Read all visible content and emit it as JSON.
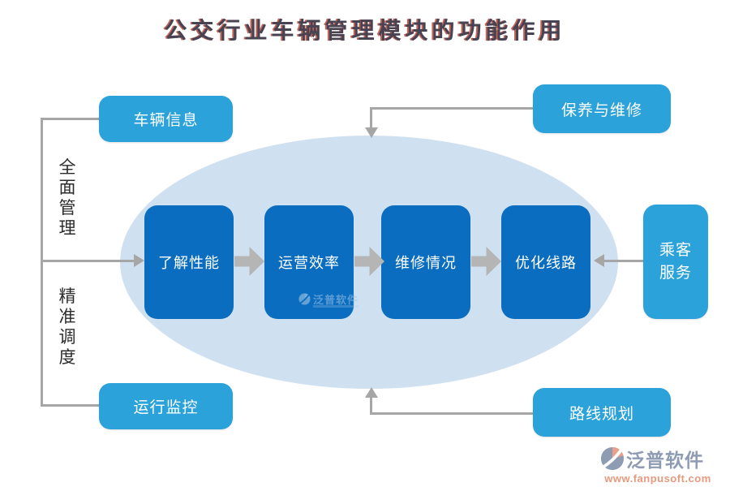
{
  "title": "公交行业车辆管理模块的功能作用",
  "left_labels": {
    "top": "全面管理",
    "bottom": "精准调度"
  },
  "boxes": {
    "vehicle_info": "车辆信息",
    "operation_monitor": "运行监控",
    "maintenance": "保养与维修",
    "passenger_service": "乘客服务",
    "route_planning": "路线规划"
  },
  "flow_steps": [
    "了解性能",
    "运营效率",
    "维修情况",
    "优化线路"
  ],
  "watermark": {
    "brand": "泛普软件"
  },
  "logo": {
    "brand": "泛普软件",
    "url": "www.fanpusoft.com"
  },
  "colors": {
    "side_box_blue": "#2ba2da",
    "flow_box_blue": "#0a6dbf",
    "ellipse_fill": "#cfe0f0",
    "connector_gray": "#a6a6a6",
    "block_arrow_gray": "#b5b5b5",
    "title_text": "#474352",
    "title_shadow_red": "#bb483a",
    "logo_gray_blue": "#8e9cb3",
    "logo_salmon": "#e8997e"
  }
}
